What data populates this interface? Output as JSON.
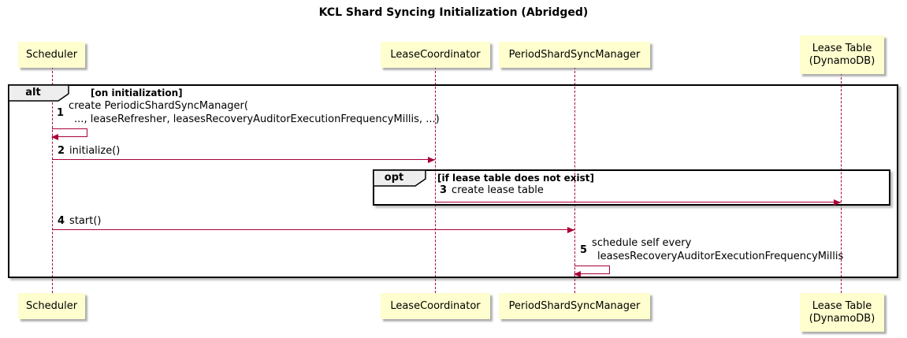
{
  "title": "KCL Shard Syncing Initialization (Abridged)",
  "participants": [
    {
      "label": "Scheduler"
    },
    {
      "label": "LeaseCoordinator"
    },
    {
      "label": "PeriodShardSyncManager"
    },
    {
      "line1": "Lease Table",
      "line2": "(DynamoDB)"
    }
  ],
  "frames": {
    "alt": {
      "keyword": "alt",
      "condition": "[on initialization]"
    },
    "opt": {
      "keyword": "opt",
      "condition": "[if lease table does not exist]"
    }
  },
  "messages": {
    "m1": {
      "num": "1",
      "line1": "create PeriodicShardSyncManager(",
      "line2": "..., leaseRefresher, leasesRecoveryAuditorExecutionFrequencyMillis, ...)"
    },
    "m2": {
      "num": "2",
      "text": "initialize()"
    },
    "m3": {
      "num": "3",
      "text": "create lease table"
    },
    "m4": {
      "num": "4",
      "text": "start()"
    },
    "m5": {
      "num": "5",
      "line1": "schedule self every",
      "line2": "leasesRecoveryAuditorExecutionFrequencyMillis"
    }
  },
  "colors": {
    "participant_fill": "#FEFECE",
    "participant_border": "#A80036",
    "arrow": "#A80036",
    "lifeline": "#A80036",
    "frame_border": "#000000",
    "frame_label_fill": "#EEEEEE",
    "text": "#000000",
    "background": "#FFFFFF"
  }
}
